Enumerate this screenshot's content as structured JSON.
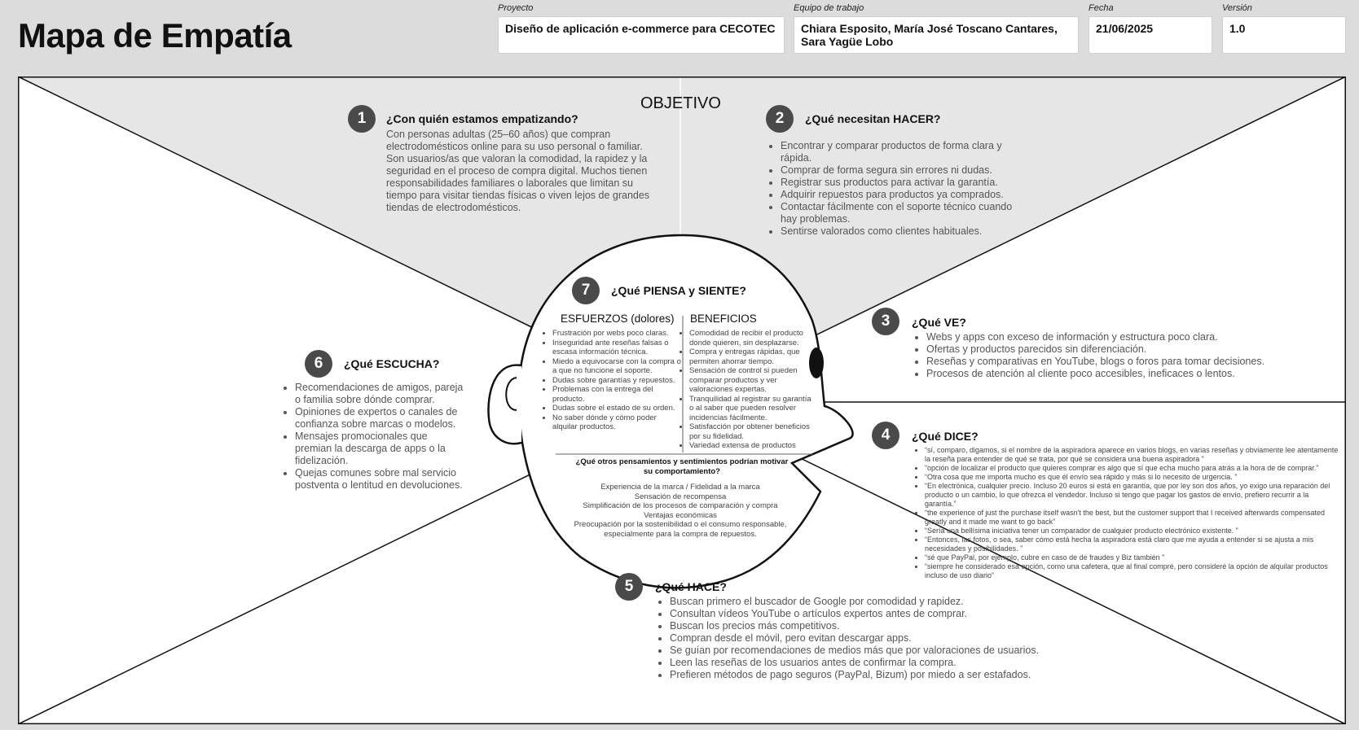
{
  "header": {
    "title": "Mapa de Empatía",
    "project": {
      "label": "Proyecto",
      "value": "Diseño de aplicación e-commerce para CECOTEC"
    },
    "team": {
      "label": "Equipo de trabajo",
      "value": "Chiara Esposito, María José Toscano Cantares, Sara Yagüe Lobo"
    },
    "date": {
      "label": "Fecha",
      "value": "21/06/2025"
    },
    "version": {
      "label": "Versión",
      "value": "1.0"
    }
  },
  "objective_label": "OBJETIVO",
  "sections": {
    "s1": {
      "num": "1",
      "title": "¿Con quién estamos empatizando?",
      "text": "Con personas adultas (25–60 años) que compran electrodomésticos online para su uso personal o familiar. Son usuarios/as que valoran la comodidad, la rapidez y la seguridad en el proceso de compra digital. Muchos tienen responsabilidades familiares o laborales que limitan su tiempo para visitar tiendas físicas o viven lejos de grandes tiendas de electrodomésticos."
    },
    "s2": {
      "num": "2",
      "title": "¿Qué necesitan HACER?",
      "items": [
        "Encontrar y comparar productos de forma clara y rápida.",
        "Comprar de forma segura sin errores ni dudas.",
        "Registrar sus productos para activar la garantía.",
        "Adquirir repuestos para productos ya comprados.",
        "Contactar fácilmente con el soporte técnico cuando hay problemas.",
        "Sentirse valorados como clientes habituales."
      ]
    },
    "s3": {
      "num": "3",
      "title": "¿Qué VE?",
      "items": [
        "Webs y apps con exceso de información y estructura poco clara.",
        "Ofertas y productos parecidos sin diferenciación.",
        "Reseñas y comparativas en YouTube, blogs o foros para tomar decisiones.",
        "Procesos de atención al cliente poco accesibles, ineficaces o lentos."
      ]
    },
    "s4": {
      "num": "4",
      "title": "¿Qué DICE?",
      "items": [
        "“sí, comparo, digamos, si el nombre de la aspiradora aparece en varios blogs, en varias reseñas y obviamente lee atentamente la reseña para entender de qué se trata, por qué se considera una buena aspiradora ”",
        "“opción de localizar el producto que quieres comprar es algo que sí que echa mucho para atrás a la hora de de comprar.”",
        "“Otra cosa que me importa mucho es que él envío sea rápido y más si lo necesito de urgencia. ”",
        "“En electrónica, cualquier precio. Incluso 20 euros si está en garantía, que por ley son dos años, yo exigo una reparación del producto o un cambio, lo que ofrezca el vendedor. Incluso si tengo que pagar los gastos de envío, prefiero recurrir a la garantía.”",
        "“the experience of just the purchase itself wasn't the best, but the customer support that I received afterwards compensated greatly and it made me want to go back”",
        "“Sería una bellísima iniciativa tener un comparador de cualquier producto electrónico existente. ”",
        "“Entonces, las fotos, o sea, saber cómo está hecha la aspiradora está claro que me ayuda a entender si se ajusta a mis necesidades y posibilidades. ”",
        "“sé que PayPal, por ejemplo, cubre en caso de de fraudes y Biz también ”",
        "“siempre he considerado esa opción, como una cafetera, que al final compré, pero consideré la opción de alquilar productos incluso de uso diario”"
      ]
    },
    "s5": {
      "num": "5",
      "title": "¿Qué HACE?",
      "items": [
        "Buscan primero el buscador de Google por comodidad y rapidez.",
        "Consultan vídeos YouTube o artículos expertos antes de comprar.",
        "Buscan los precios más competitivos.",
        "Compran desde el móvil, pero evitan descargar apps.",
        "Se guían por recomendaciones de medios más que por valoraciones de usuarios.",
        "Leen las reseñas de los usuarios antes de confirmar la compra.",
        "Prefieren métodos de pago seguros (PayPal, Bizum) por miedo a ser estafados."
      ]
    },
    "s6": {
      "num": "6",
      "title": "¿Qué ESCUCHA?",
      "items": [
        "Recomendaciones de amigos, pareja o familia sobre dónde comprar.",
        "Opiniones de expertos o canales de confianza sobre marcas o modelos.",
        "Mensajes promocionales que premian la descarga de apps o la fidelización.",
        "Quejas comunes sobre mal servicio postventa o lentitud en devoluciones."
      ]
    },
    "s7": {
      "num": "7",
      "title": "¿Qué PIENSA y SIENTE?",
      "pains_title": "ESFUERZOS (dolores)",
      "pains": [
        "Frustración por webs poco claras.",
        "Inseguridad ante reseñas falsas o escasa información técnica.",
        "Miedo a equivocarse con la compra o a que no funcione el soporte.",
        "Dudas sobre garantías y repuestos.",
        "Problemas con la entrega del producto.",
        "Dudas sobre el estado de su orden.",
        "No saber dónde y cómo poder alquilar productos."
      ],
      "gains_title": "BENEFICIOS",
      "gains": [
        "Comodidad de recibir el producto donde quieren, sin desplazarse.",
        "Compra y entregas rápidas, que permiten ahorrar tiempo.",
        "Sensación de control si pueden comparar productos y ver valoraciones expertas.",
        "Tranquilidad al registrar su garantía o al saber que pueden resolver incidencias fácilmente.",
        "Satisfacción por obtener beneficios por su fidelidad.",
        "Variedad extensa de productos"
      ],
      "motivation_question": "¿Qué otros pensamientos y sentimientos podrían motivar su comportamiento?",
      "motivations": [
        "Experiencia de la marca / Fidelidad a la marca",
        "Sensación de recompensa",
        "Simplificación de los procesos de comparación y compra",
        "Ventajas económicas",
        "Preocupación por la sostenibilidad o el consumo responsable, especialmente para la compra de repuestos."
      ]
    }
  }
}
